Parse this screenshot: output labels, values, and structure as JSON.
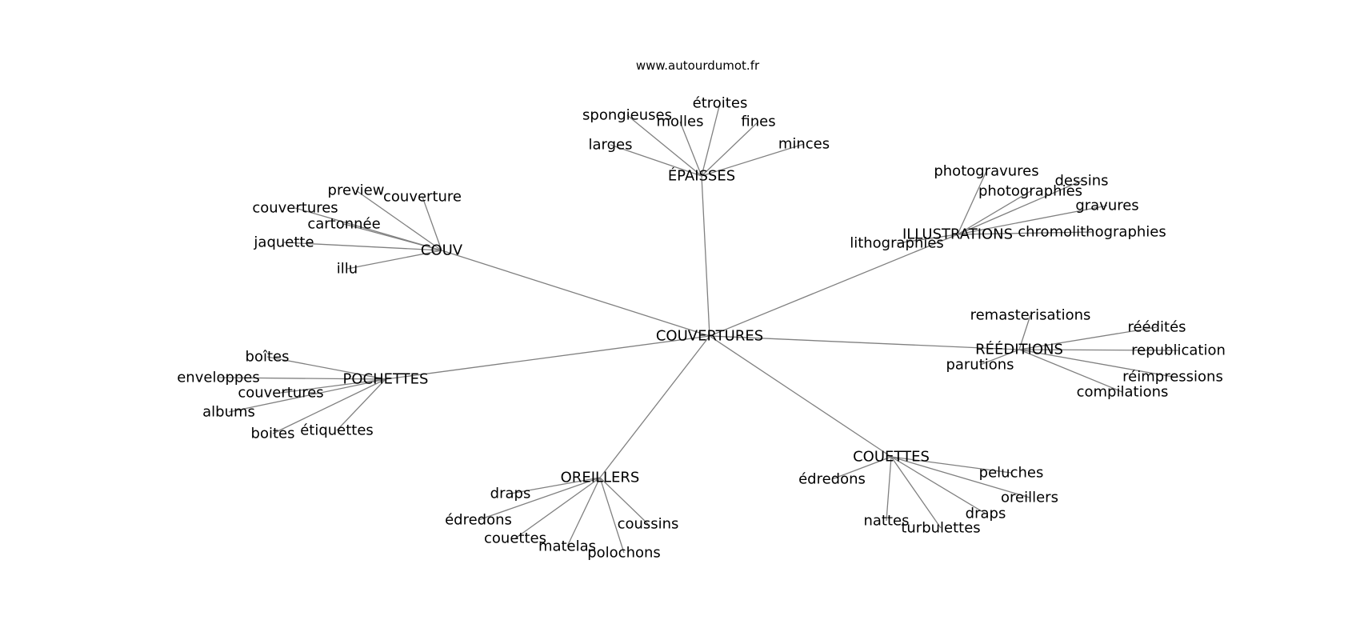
{
  "site": "www.autourdumot.fr",
  "center": "COUVERTURES",
  "clusters": [
    {
      "name": "ÉPAISSES",
      "words": [
        "spongieuses",
        "molles",
        "étroites",
        "fines",
        "minces",
        "larges"
      ]
    },
    {
      "name": "COUV",
      "words": [
        "preview",
        "couverture",
        "couvertures",
        "cartonnée",
        "jaquette",
        "illu"
      ]
    },
    {
      "name": "ILLUSTRATIONS",
      "words": [
        "photogravures",
        "dessins",
        "photographies",
        "gravures",
        "chromolithographies",
        "lithographies"
      ]
    },
    {
      "name": "RÉÉDITIONS",
      "words": [
        "remasterisations",
        "réédités",
        "republication",
        "parutions",
        "réimpressions",
        "compilations"
      ]
    },
    {
      "name": "POCHETTES",
      "words": [
        "boîtes",
        "enveloppes",
        "couvertures",
        "albums",
        "boites",
        "étiquettes"
      ]
    },
    {
      "name": "OREILLERS",
      "words": [
        "draps",
        "édredons",
        "couettes",
        "matelas",
        "polochons",
        "coussins"
      ]
    },
    {
      "name": "COUETTES",
      "words": [
        "édredons",
        "peluches",
        "oreillers",
        "draps",
        "nattes",
        "turbulettes"
      ]
    }
  ]
}
